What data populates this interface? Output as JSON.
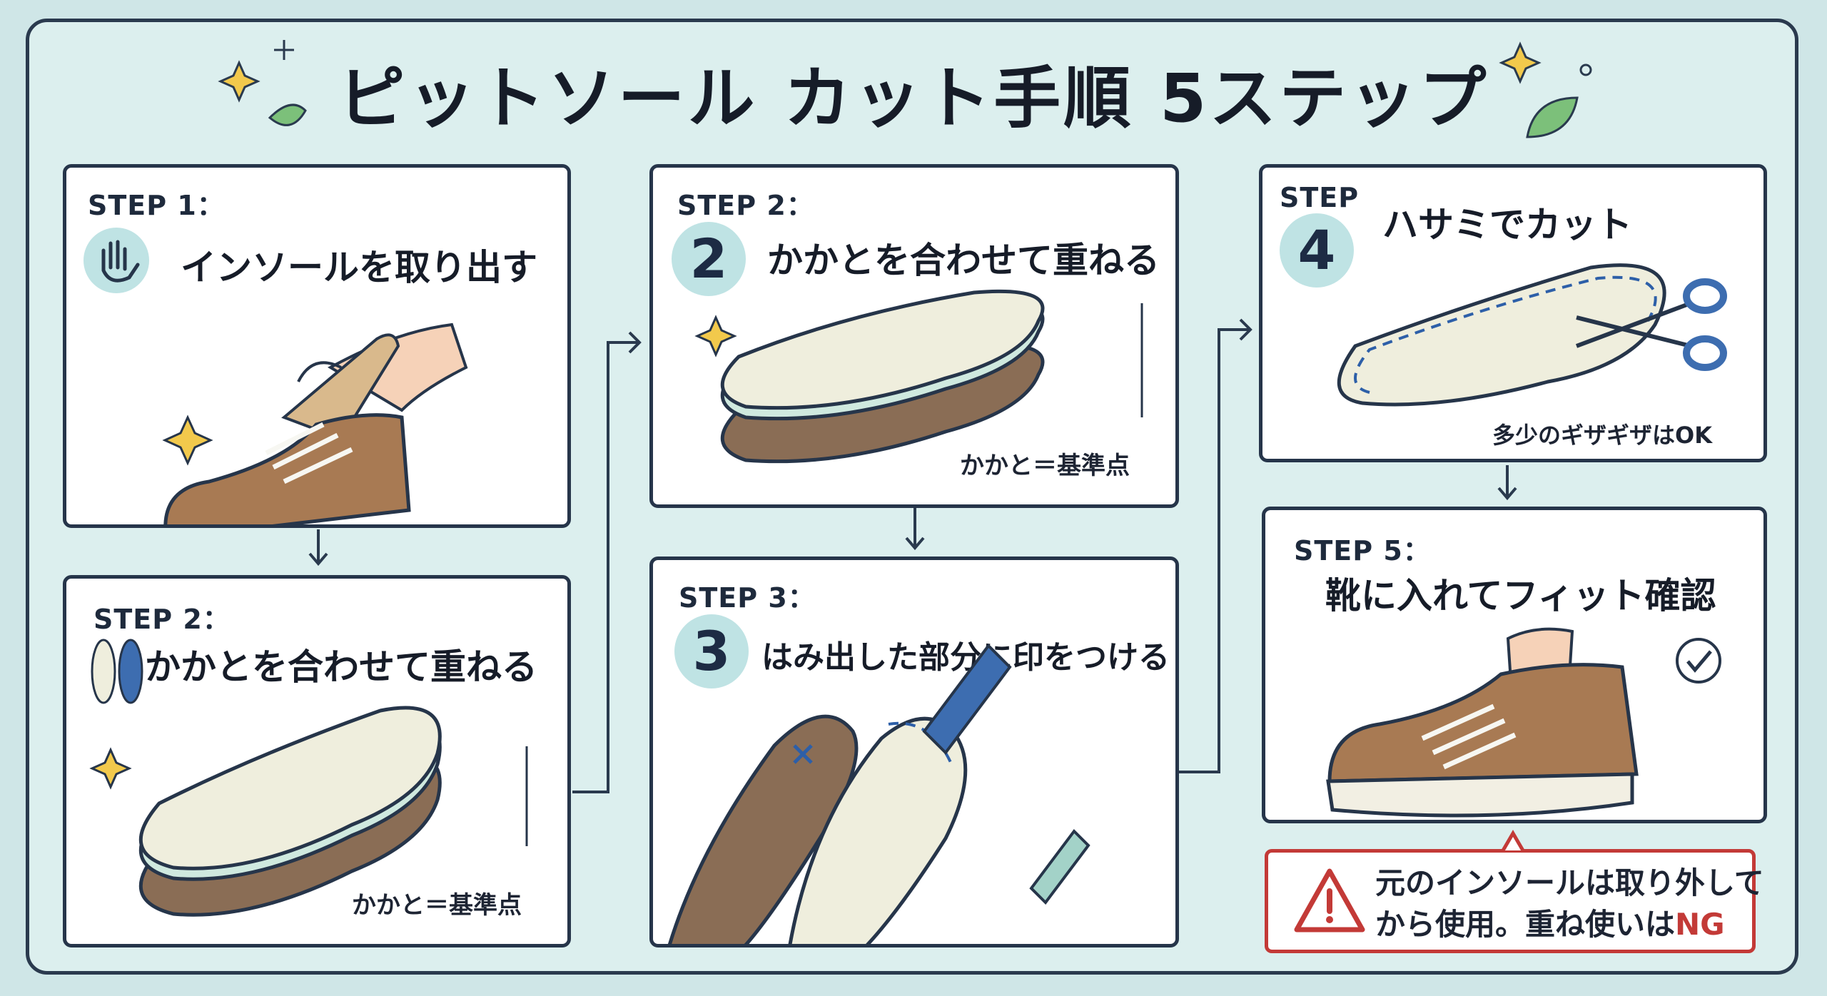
{
  "title": "ピットソール カット手順 5ステップ",
  "colors": {
    "background": "#dcefee",
    "panel_border": "#26354a",
    "accent_teal": "#bfe3e4",
    "warning_red": "#c33a37",
    "shoe_brown": "#a87a53",
    "insole_cream": "#efeedd"
  },
  "panels": [
    {
      "step_label": "STEP 1：",
      "heading": "インソールを取り出す",
      "icon": "hand-icon"
    },
    {
      "step_label": "STEP 2：",
      "heading": "かかとを合わせて重ねる",
      "icon": "insoles-icon",
      "note": "かかと＝基準点"
    },
    {
      "step_label": "STEP 2：",
      "number": "2",
      "heading": "かかとを合わせて重ねる",
      "note": "かかと＝基準点"
    },
    {
      "step_label": "STEP 3：",
      "number": "3",
      "heading": "はみ出した部分に印をつける",
      "icon": "pen-icon"
    },
    {
      "step_label": "STEP",
      "number": "4",
      "heading": "ハサミでカット",
      "note": "多少のギザギザはOK",
      "icon": "scissors-icon"
    },
    {
      "step_label": "STEP 5：",
      "heading": "靴に入れてフィット確認",
      "icon": "check-circle-icon"
    }
  ],
  "warning": {
    "line1": "元のインソールは取り外して",
    "line2_prefix": "から使用。重ね使いは",
    "line2_emphasis": "NG",
    "icon": "warning-triangle-icon"
  }
}
